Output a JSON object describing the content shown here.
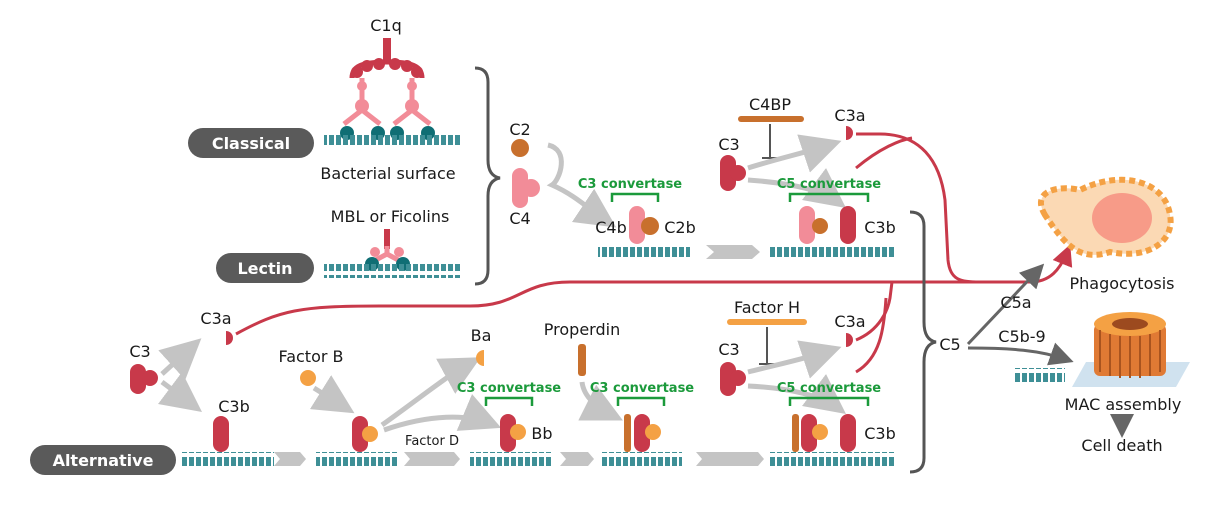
{
  "colors": {
    "dark_red": "#c8394a",
    "pink": "#f28c98",
    "teal": "#0f6e74",
    "membrane": "#3e8f96",
    "orange": "#f4a144",
    "brown": "#c8702d",
    "gray_arrow": "#c4c4c4",
    "green": "#1b9a3b",
    "pill": "#5a5a5a"
  },
  "pathways": {
    "classical": "Classical",
    "lectin": "Lectin",
    "alternative": "Alternative"
  },
  "labels": {
    "c1q": "C1q",
    "bacterial_surface": "Bacterial surface",
    "mbl": "MBL or Ficolins",
    "c2": "C2",
    "c4": "C4",
    "c4b": "C4b",
    "c2b": "C2b",
    "c3_conv_top": "C3 convertase",
    "c4bp": "C4BP",
    "c3_top": "C3",
    "c3a_top": "C3a",
    "c5_conv_top": "C5 convertase",
    "c3b_top": "C3b",
    "alt_c3": "C3",
    "alt_c3a": "C3a",
    "alt_c3b": "C3b",
    "factor_b": "Factor B",
    "ba": "Ba",
    "factor_d": "Factor D",
    "c3_conv_alt": "C3 convertase",
    "bb": "Bb",
    "properdin": "Properdin",
    "c3_conv_alt2": "C3 convertase",
    "factor_h": "Factor H",
    "c3_bot": "C3",
    "c3a_bot": "C3a",
    "c5_conv_bot": "C5 convertase",
    "c3b_bot": "C3b",
    "c5": "C5",
    "c5a": "C5a",
    "c5b9": "C5b-9",
    "phagocytosis": "Phagocytosis",
    "mac_assembly": "MAC assembly",
    "cell_death": "Cell death"
  }
}
